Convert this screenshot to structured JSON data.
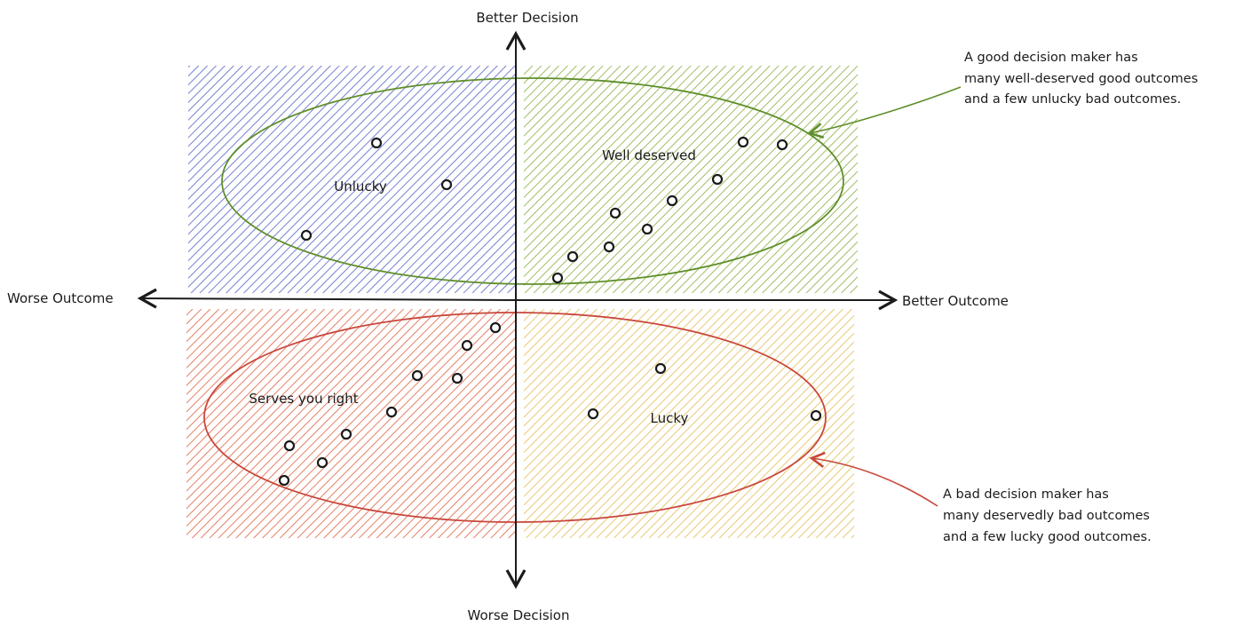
{
  "axes": {
    "top": "Better Decision",
    "bottom": "Worse Decision",
    "left": "Worse Outcome",
    "right": "Better Outcome"
  },
  "quadrants": {
    "top_left": {
      "label": "Unlucky",
      "color": "#5b6bc7"
    },
    "top_right": {
      "label": "Well deserved",
      "color": "#7fa33a"
    },
    "bottom_left": {
      "label": "Serves you right",
      "color": "#d9573a"
    },
    "bottom_right": {
      "label": "Lucky",
      "color": "#e0b84a"
    }
  },
  "ellipses": {
    "good": {
      "color": "#5f8f2a"
    },
    "bad": {
      "color": "#c8473a"
    }
  },
  "notes": {
    "good": {
      "lines": [
        "A good decision maker has",
        "many well-deserved good outcomes",
        "and a few unlucky bad outcomes."
      ],
      "arrow_color": "#5f8f2a"
    },
    "bad": {
      "lines": [
        "A bad decision maker has",
        "many deservedly bad outcomes",
        "and a few lucky good outcomes."
      ],
      "arrow_color": "#c8473a"
    }
  }
}
